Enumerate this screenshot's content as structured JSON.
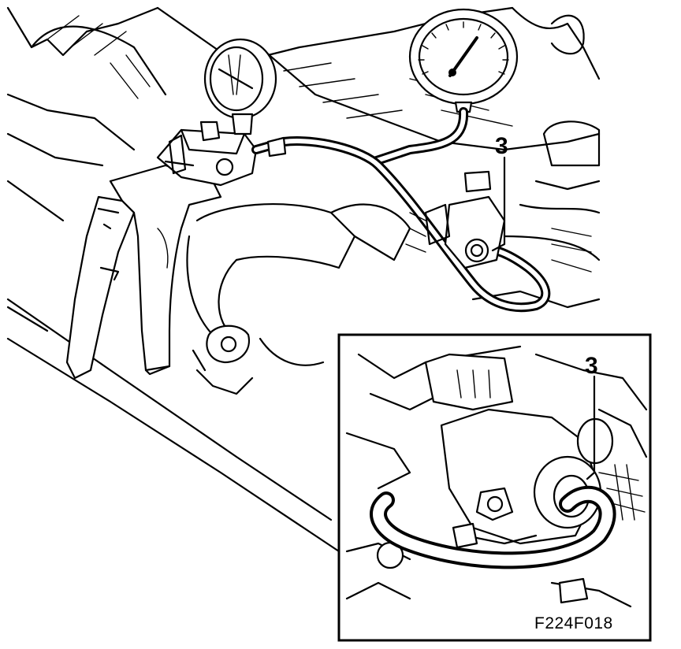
{
  "callouts": {
    "main_part_number": "3",
    "inset_part_number": "3"
  },
  "figure": {
    "reference_code": "F224F018"
  }
}
